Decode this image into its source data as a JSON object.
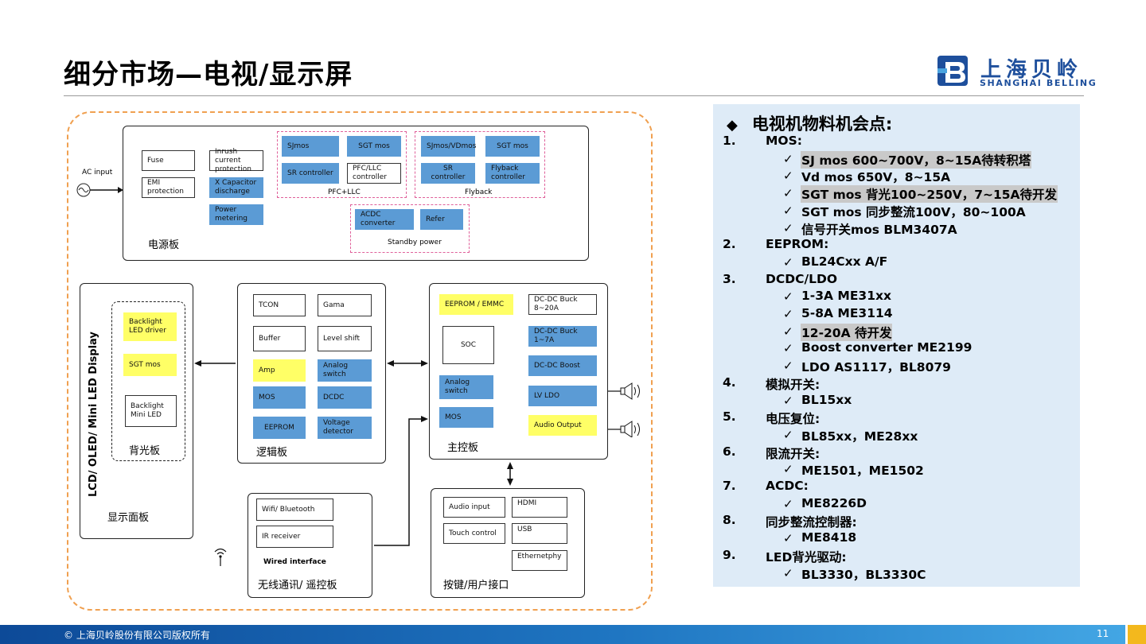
{
  "title": "细分市场—电视/显示屏",
  "logo": {
    "cn": "上海贝岭",
    "en": "SHANGHAI BELLING"
  },
  "footer": {
    "copyright": "© 上海贝岭股份有限公司版权所有",
    "page": "11"
  },
  "diagram": {
    "ac_input": "AC input",
    "power": {
      "label": "电源板",
      "fuse": "Fuse",
      "emi": "EMI protection",
      "inrush": "Inrush current protection",
      "xcap": "X Capacitor discharge",
      "power_metering": "Power metering",
      "pfc_group": "PFC+LLC",
      "pfc_sjmos": "SJmos",
      "pfc_sgtmos": "SGT mos",
      "pfc_sr": "SR controller",
      "pfc_ctrl": "PFC/LLC controller",
      "fly_group": "Flyback",
      "fly_sjmos": "SJmos/VDmos",
      "fly_sgtmos": "SGT mos",
      "fly_sr": "SR controller",
      "fly_ctrl": "Flyback controller",
      "standby_group": "Standby power",
      "acdc": "ACDC converter",
      "refer": "Refer"
    },
    "display": {
      "vertical_label": "LCD/ OLED/ Mini LED Display",
      "label": "显示面板"
    },
    "backlight": {
      "label": "背光板",
      "led_driver": "Backlight LED driver",
      "sgt_mos": "SGT mos",
      "mini_led": "Backlight Mini LED"
    },
    "logic": {
      "label": "逻辑板",
      "tcon": "TCON",
      "gama": "Gama",
      "buffer": "Buffer",
      "level_shift": "Level shift",
      "amp": "Amp",
      "analog_switch": "Analog switch",
      "mos": "MOS",
      "dcdc": "DCDC",
      "eeprom": "EEPROM",
      "voltage_detector": "Voltage detector"
    },
    "main": {
      "label": "主控板",
      "eeprom_emmc": "EEPROM / EMMC",
      "buck_8_20": "DC-DC Buck  8~20A",
      "soc": "SOC",
      "buck_1_7": "DC-DC Buck  1~7A",
      "boost": "DC-DC Boost",
      "analog_switch": "Analog switch",
      "lv_ldo": "LV LDO",
      "mos": "MOS",
      "audio_output": "Audio Output"
    },
    "wireless": {
      "label": "无线通讯/ 遥控板",
      "wifi": "Wifi/ Bluetooth",
      "ir": "IR receiver",
      "wired": "Wired interface"
    },
    "keys": {
      "label": "按键/用户接口",
      "audio_input": "Audio input",
      "touch": "Touch control",
      "hdmi": "HDMI",
      "usb": "USB",
      "ethernet": "Ethernetphy"
    }
  },
  "info": {
    "title": "电视机物料机会点:",
    "sections": [
      {
        "num": "1.",
        "name": "MOS:",
        "items": [
          {
            "text": "SJ mos 600~700V，8~15A待转积塔",
            "hl": true
          },
          {
            "text": "Vd mos 650V，8~15A",
            "hl": false
          },
          {
            "text": "SGT mos 背光100~250V，7~15A待开发",
            "hl": true
          },
          {
            "text": "SGT mos 同步整流100V，80~100A",
            "hl": false
          },
          {
            "text": "信号开关mos BLM3407A",
            "hl": false
          }
        ]
      },
      {
        "num": "2.",
        "name": "EEPROM:",
        "items": [
          {
            "text": "BL24Cxx A/F",
            "hl": false
          }
        ]
      },
      {
        "num": "3.",
        "name": "DCDC/LDO",
        "items": [
          {
            "text": "1-3A  ME31xx",
            "hl": false
          },
          {
            "text": "5-8A  ME3114",
            "hl": false
          },
          {
            "text": "12-20A 待开发",
            "hl": true
          },
          {
            "text": "Boost converter  ME2199",
            "hl": false
          },
          {
            "text": "LDO  AS1117，BL8079",
            "hl": false
          }
        ]
      },
      {
        "num": "4.",
        "name": "模拟开关:",
        "items": [
          {
            "text": "BL15xx",
            "hl": false
          }
        ]
      },
      {
        "num": "5.",
        "name": "电压复位:",
        "items": [
          {
            "text": "BL85xx，ME28xx",
            "hl": false
          }
        ]
      },
      {
        "num": "6.",
        "name": "限流开关:",
        "items": [
          {
            "text": "ME1501，ME1502",
            "hl": false
          }
        ]
      },
      {
        "num": "7.",
        "name": "ACDC:",
        "items": [
          {
            "text": "ME8226D",
            "hl": false
          }
        ]
      },
      {
        "num": "8.",
        "name": "同步整流控制器:",
        "items": [
          {
            "text": "ME8418",
            "hl": false
          }
        ]
      },
      {
        "num": "9.",
        "name": "LED背光驱动:",
        "items": [
          {
            "text": "BL3330，BL3330C",
            "hl": false
          }
        ]
      }
    ]
  }
}
